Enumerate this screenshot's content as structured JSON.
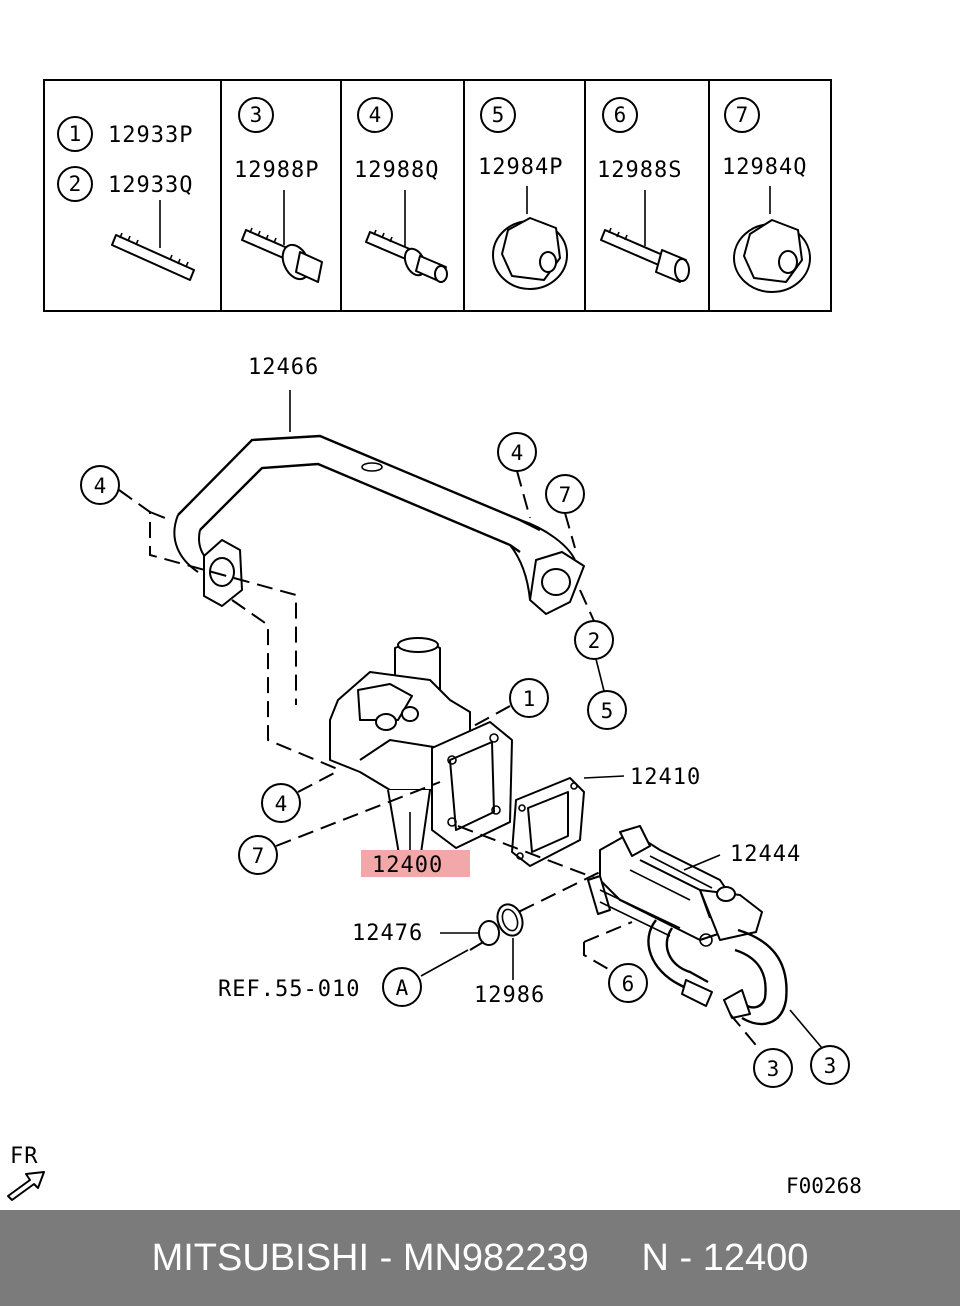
{
  "fastener_table": [
    {
      "index": "1",
      "part": "12933P",
      "icon": "stud-bolt-icon"
    },
    {
      "index": "2",
      "part": "12933Q",
      "icon": "stud-bolt-icon"
    },
    {
      "index": "3",
      "part": "12988P",
      "icon": "flange-bolt-icon"
    },
    {
      "index": "4",
      "part": "12988Q",
      "icon": "washer-bolt-icon"
    },
    {
      "index": "5",
      "part": "12984P",
      "icon": "flange-nut-icon"
    },
    {
      "index": "6",
      "part": "12988S",
      "icon": "socket-bolt-icon"
    },
    {
      "index": "7",
      "part": "12984Q",
      "icon": "flange-nut-icon"
    }
  ],
  "labels": {
    "pipe": "12466",
    "valve": "12400",
    "gasket": "12410",
    "cooler": "12444",
    "plug": "12476",
    "oring": "12986",
    "ref": "REF.55-010",
    "ref_circle": "A",
    "front": "FR",
    "figure_code": "F00268"
  },
  "callouts": {
    "pipe_left_4": "4",
    "pipe_right_4": "4",
    "pipe_right_7": "7",
    "pipe_right_2": "2",
    "pipe_right_5": "5",
    "valve_1": "1",
    "valve_4": "4",
    "valve_7": "7",
    "cooler_6": "6",
    "hose_3a": "3",
    "hose_3b": "3"
  },
  "highlight_color": "#f2a8a8",
  "footer": {
    "text": "MITSUBISHI - MN982239     N - 12400"
  }
}
